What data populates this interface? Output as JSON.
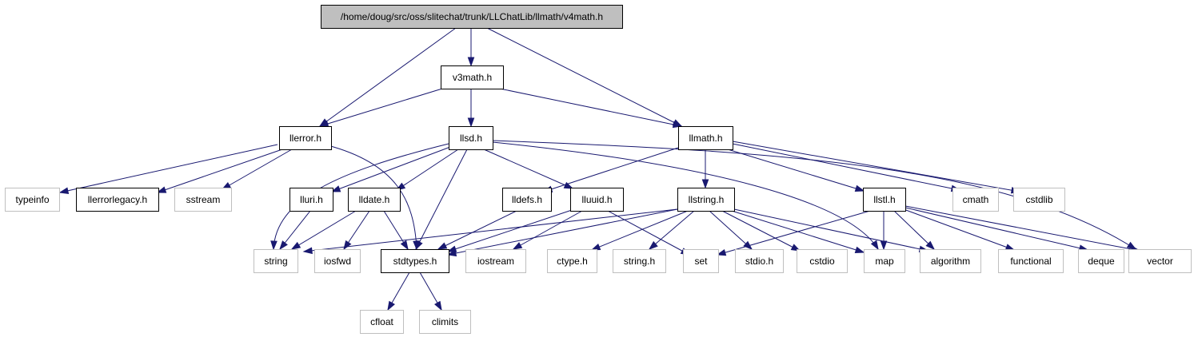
{
  "graph": {
    "title": "/home/doug/src/oss/slitechat/trunk/LLChatLib/llmath/v4math.h",
    "colors": {
      "root_fill": "#bfbfbf",
      "local_border": "#000000",
      "external_border": "#bfbfbf",
      "edge": "#191970"
    },
    "nodes": [
      {
        "id": "v4math",
        "label": "/home/doug/src/oss/slitechat/trunk/LLChatLib/llmath/v4math.h",
        "kind": "root"
      },
      {
        "id": "v3math",
        "label": "v3math.h",
        "kind": "local"
      },
      {
        "id": "llerror",
        "label": "llerror.h",
        "kind": "local"
      },
      {
        "id": "llsd",
        "label": "llsd.h",
        "kind": "local"
      },
      {
        "id": "llmath",
        "label": "llmath.h",
        "kind": "local"
      },
      {
        "id": "typeinfo",
        "label": "typeinfo",
        "kind": "external"
      },
      {
        "id": "llerrorlegacy",
        "label": "llerrorlegacy.h",
        "kind": "local"
      },
      {
        "id": "sstream",
        "label": "sstream",
        "kind": "external"
      },
      {
        "id": "lluri",
        "label": "lluri.h",
        "kind": "local"
      },
      {
        "id": "lldate",
        "label": "lldate.h",
        "kind": "local"
      },
      {
        "id": "lldefs",
        "label": "lldefs.h",
        "kind": "local"
      },
      {
        "id": "lluuid",
        "label": "lluuid.h",
        "kind": "local"
      },
      {
        "id": "llstring",
        "label": "llstring.h",
        "kind": "local"
      },
      {
        "id": "llstl",
        "label": "llstl.h",
        "kind": "local"
      },
      {
        "id": "cmath",
        "label": "cmath",
        "kind": "external"
      },
      {
        "id": "cstdlib",
        "label": "cstdlib",
        "kind": "external"
      },
      {
        "id": "string",
        "label": "string",
        "kind": "external"
      },
      {
        "id": "iosfwd",
        "label": "iosfwd",
        "kind": "external"
      },
      {
        "id": "stdtypes",
        "label": "stdtypes.h",
        "kind": "local"
      },
      {
        "id": "iostream",
        "label": "iostream",
        "kind": "external"
      },
      {
        "id": "ctype",
        "label": "ctype.h",
        "kind": "external"
      },
      {
        "id": "stringh",
        "label": "string.h",
        "kind": "external"
      },
      {
        "id": "set",
        "label": "set",
        "kind": "external"
      },
      {
        "id": "stdio",
        "label": "stdio.h",
        "kind": "external"
      },
      {
        "id": "cstdio",
        "label": "cstdio",
        "kind": "external"
      },
      {
        "id": "map",
        "label": "map",
        "kind": "external"
      },
      {
        "id": "algorithm",
        "label": "algorithm",
        "kind": "external"
      },
      {
        "id": "functional",
        "label": "functional",
        "kind": "external"
      },
      {
        "id": "deque",
        "label": "deque",
        "kind": "external"
      },
      {
        "id": "vector",
        "label": "vector",
        "kind": "external"
      },
      {
        "id": "cfloat",
        "label": "cfloat",
        "kind": "external"
      },
      {
        "id": "climits",
        "label": "climits",
        "kind": "external"
      }
    ],
    "edges": [
      [
        "v4math",
        "v3math"
      ],
      [
        "v4math",
        "llerror"
      ],
      [
        "v4math",
        "llmath"
      ],
      [
        "v3math",
        "llerror"
      ],
      [
        "v3math",
        "llsd"
      ],
      [
        "v3math",
        "llmath"
      ],
      [
        "llerror",
        "typeinfo"
      ],
      [
        "llerror",
        "llerrorlegacy"
      ],
      [
        "llerror",
        "sstream"
      ],
      [
        "llerror",
        "stdtypes"
      ],
      [
        "llsd",
        "string"
      ],
      [
        "llsd",
        "lluri"
      ],
      [
        "llsd",
        "lldate"
      ],
      [
        "llsd",
        "lluuid"
      ],
      [
        "llsd",
        "stdtypes"
      ],
      [
        "llsd",
        "map"
      ],
      [
        "llsd",
        "vector"
      ],
      [
        "llmath",
        "lldefs"
      ],
      [
        "llmath",
        "llstring"
      ],
      [
        "llmath",
        "llstl"
      ],
      [
        "llmath",
        "cmath"
      ],
      [
        "llmath",
        "cstdlib"
      ],
      [
        "lluri",
        "string"
      ],
      [
        "lldate",
        "string"
      ],
      [
        "lldate",
        "iosfwd"
      ],
      [
        "lldate",
        "stdtypes"
      ],
      [
        "lldefs",
        "stdtypes"
      ],
      [
        "lluuid",
        "stdtypes"
      ],
      [
        "lluuid",
        "iostream"
      ],
      [
        "lluuid",
        "set"
      ],
      [
        "llstring",
        "string"
      ],
      [
        "llstring",
        "stdtypes"
      ],
      [
        "llstring",
        "ctype"
      ],
      [
        "llstring",
        "stringh"
      ],
      [
        "llstring",
        "stdio"
      ],
      [
        "llstring",
        "cstdio"
      ],
      [
        "llstring",
        "map"
      ],
      [
        "llstring",
        "algorithm"
      ],
      [
        "llstl",
        "set"
      ],
      [
        "llstl",
        "map"
      ],
      [
        "llstl",
        "algorithm"
      ],
      [
        "llstl",
        "functional"
      ],
      [
        "llstl",
        "deque"
      ],
      [
        "llstl",
        "vector"
      ],
      [
        "stdtypes",
        "cfloat"
      ],
      [
        "stdtypes",
        "climits"
      ]
    ]
  }
}
